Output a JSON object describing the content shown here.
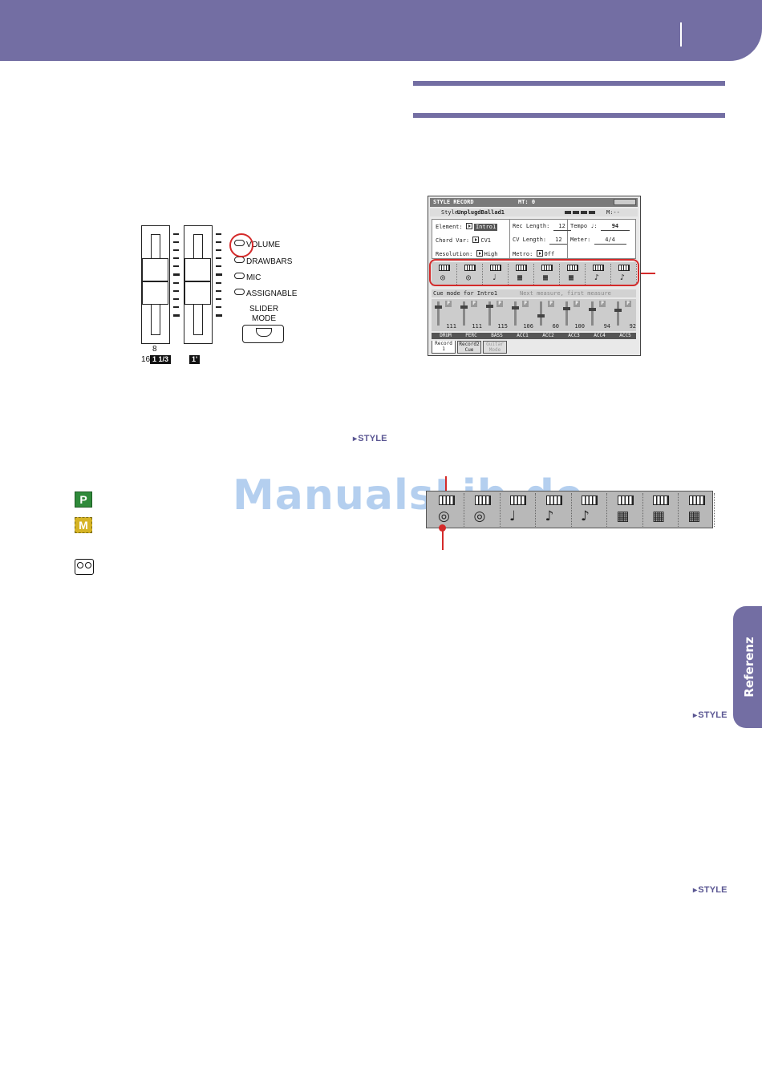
{
  "slider_panel": {
    "modes": [
      "VOLUME",
      "DRAWBARS",
      "MIC",
      "ASSIGNABLE"
    ],
    "button_label_1": "SLIDER",
    "button_label_2": "MODE",
    "footage_top": "8",
    "footage_16": "16",
    "footage_badge_1": "1 1/3",
    "footage_badge_2": "1'"
  },
  "links": {
    "style_1": "STYLE",
    "style_2": "STYLE",
    "style_3": "STYLE"
  },
  "watermark": "ManualsLib.de",
  "icons": {
    "p": "P",
    "m": "M",
    "tape": "tape-recorder-icon"
  },
  "side_tab": {
    "label": "Referenz"
  },
  "lcd": {
    "title": "STYLE RECORD",
    "mt": "MT: 0",
    "style_label": "Style:",
    "style_name": "UnplugdBallad1",
    "measure": "M:--",
    "element_label": "Element:",
    "element_value": "Intro1",
    "chord_var_label": "Chord Var:",
    "chord_var_value": "CV1",
    "resolution_label": "Resolution:",
    "resolution_value": "High",
    "rec_length_label": "Rec Length:",
    "rec_length_value": "12",
    "cv_length_label": "CV Length:",
    "cv_length_value": "12",
    "metro_label": "Metro:",
    "metro_value": "Off",
    "tempo_label": "Tempo ♩:",
    "tempo_value": "94",
    "meter_label": "Meter:",
    "meter_value": "4/4",
    "cue_label": "Cue mode for Intro1",
    "cue_value": "Next measure, first measure",
    "track_icons": [
      "drum-icon",
      "drum-icon",
      "bass-guitar-icon",
      "piano-icon",
      "piano-icon",
      "piano-icon",
      "guitar-icon",
      "guitar-icon"
    ],
    "mixer_values": [
      "111",
      "111",
      "115",
      "106",
      "60",
      "100",
      "94",
      "92"
    ],
    "channel_labels": [
      "DRUM",
      "PERC",
      "BASS",
      "ACC1",
      "ACC2",
      "ACC3",
      "ACC4",
      "ACC5"
    ],
    "tabs": [
      {
        "line1": "Record",
        "line2": "1"
      },
      {
        "line1": "Record2",
        "line2": "Cue"
      },
      {
        "line1": "Guitar",
        "line2": "Mode"
      }
    ]
  },
  "strip": {
    "track_icons": [
      "drum-icon",
      "drum-icon",
      "bass-guitar-icon",
      "guitar-icon",
      "guitar-icon",
      "piano-icon",
      "piano-icon",
      "piano-icon"
    ]
  },
  "colors": {
    "header": "#736ea3",
    "accent_red": "#d42a2a",
    "p_green": "#2f8a3a",
    "m_yellow": "#d6b425",
    "watermark": "#9cc0ea"
  }
}
